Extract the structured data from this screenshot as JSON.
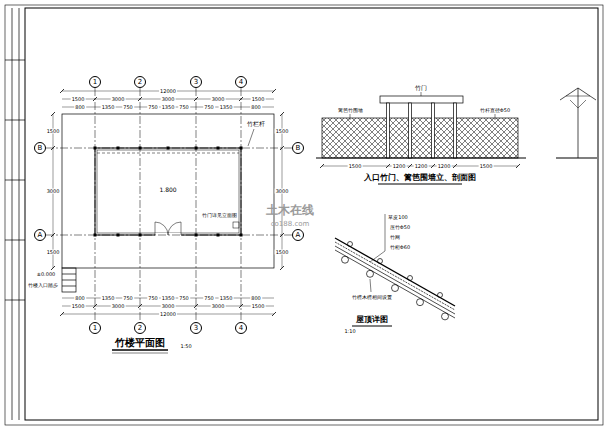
{
  "diagram": {
    "nodes": [
      {
        "text": [
          "1"
        ]
      },
      {
        "text": [
          "2"
        ]
      },
      {
        "text": [
          "3"
        ]
      },
      {
        "text": [
          "4"
        ]
      },
      {
        "text": [
          "1"
        ]
      },
      {
        "text": [
          "2"
        ]
      },
      {
        "text": [
          "3"
        ]
      },
      {
        "text": [
          "4"
        ]
      },
      {
        "text": [
          "B"
        ]
      },
      {
        "text": [
          "A"
        ]
      },
      {
        "text": [
          "B"
        ]
      },
      {
        "text": [
          "A"
        ]
      }
    ],
    "edges": [
      {
        "from": 0,
        "to": 4,
        "arrow": "none"
      },
      {
        "from": 1,
        "to": 5,
        "arrow": "none"
      },
      {
        "from": 2,
        "to": 6,
        "arrow": "none"
      },
      {
        "from": 3,
        "to": 7,
        "arrow": "none"
      },
      {
        "from": 8,
        "to": 10,
        "arrow": "none"
      },
      {
        "from": 9,
        "to": 11,
        "arrow": "none"
      }
    ],
    "labels": [
      "竹楼平面图",
      "1:50",
      "竹栏杆",
      "12000",
      "1500",
      "3000",
      "3000",
      "3000",
      "1500",
      "800",
      "1350",
      "750",
      "750",
      "1350",
      "750",
      "750",
      "1350",
      "800",
      "800",
      "1350",
      "750",
      "750",
      "1350",
      "750",
      "750",
      "1350",
      "800",
      "1500",
      "3000",
      "3000",
      "3000",
      "1500",
      "12000",
      "1500",
      "3000",
      "1500",
      "1500",
      "3000",
      "1500",
      "1.800",
      "竹门详见立面图",
      "竹楼入口踏步",
      "±0.000",
      "竹门",
      "篱笆竹围墙",
      "竹杆直径Φ50",
      "1500",
      "1200",
      "1200",
      "1200",
      "1500",
      "入口竹门、篱笆围墙立、剖面图",
      "草皮100",
      "压竹Φ50",
      "竹网",
      "竹桁Φ60",
      "竹檩木檩相间设置",
      "屋顶详图",
      "1:10",
      "土木在线",
      "co188.com"
    ]
  }
}
